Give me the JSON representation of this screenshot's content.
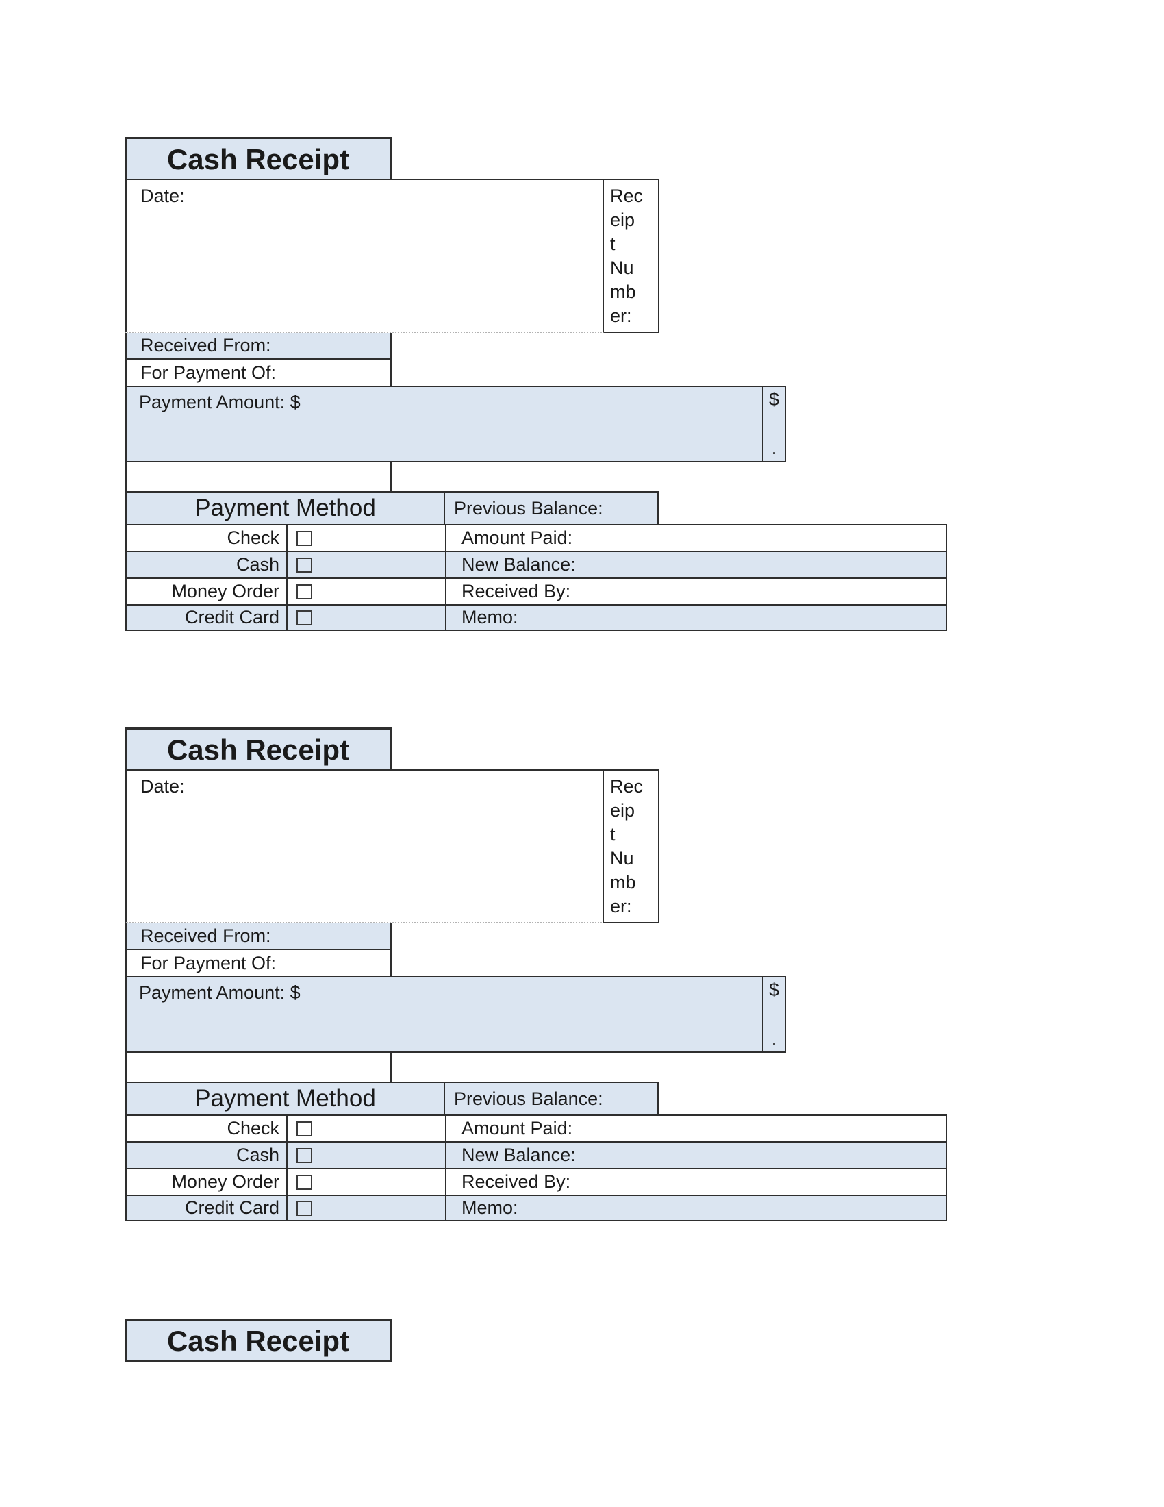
{
  "receipt": {
    "title": "Cash Receipt",
    "date_label": "Date:",
    "receipt_number_label": "Receipt Number:",
    "receipt_number_lines": [
      "Rec",
      "eip",
      "t",
      "Nu",
      "mb",
      "er:"
    ],
    "received_from_label": "Received From:",
    "for_payment_of_label": "For Payment Of:",
    "payment_amount_label": "Payment Amount: $",
    "amount_box": {
      "dollar_sign": "$",
      "decimal_point": "."
    },
    "payment_method_title": "Payment Method",
    "previous_balance_label": "Previous Balance:",
    "methods": [
      {
        "label": "Check",
        "checked": false
      },
      {
        "label": "Cash",
        "checked": false
      },
      {
        "label": "Money Order",
        "checked": false
      },
      {
        "label": "Credit Card",
        "checked": false
      }
    ],
    "right_fields": [
      "Amount Paid:",
      "New Balance:",
      "Received By:",
      "Memo:"
    ]
  },
  "colors": {
    "cell_blue": "#dbe5f1",
    "border_dark": "#2e2e2e",
    "dotted_line": "#b3b3b3",
    "text": "#1a1a1a"
  }
}
